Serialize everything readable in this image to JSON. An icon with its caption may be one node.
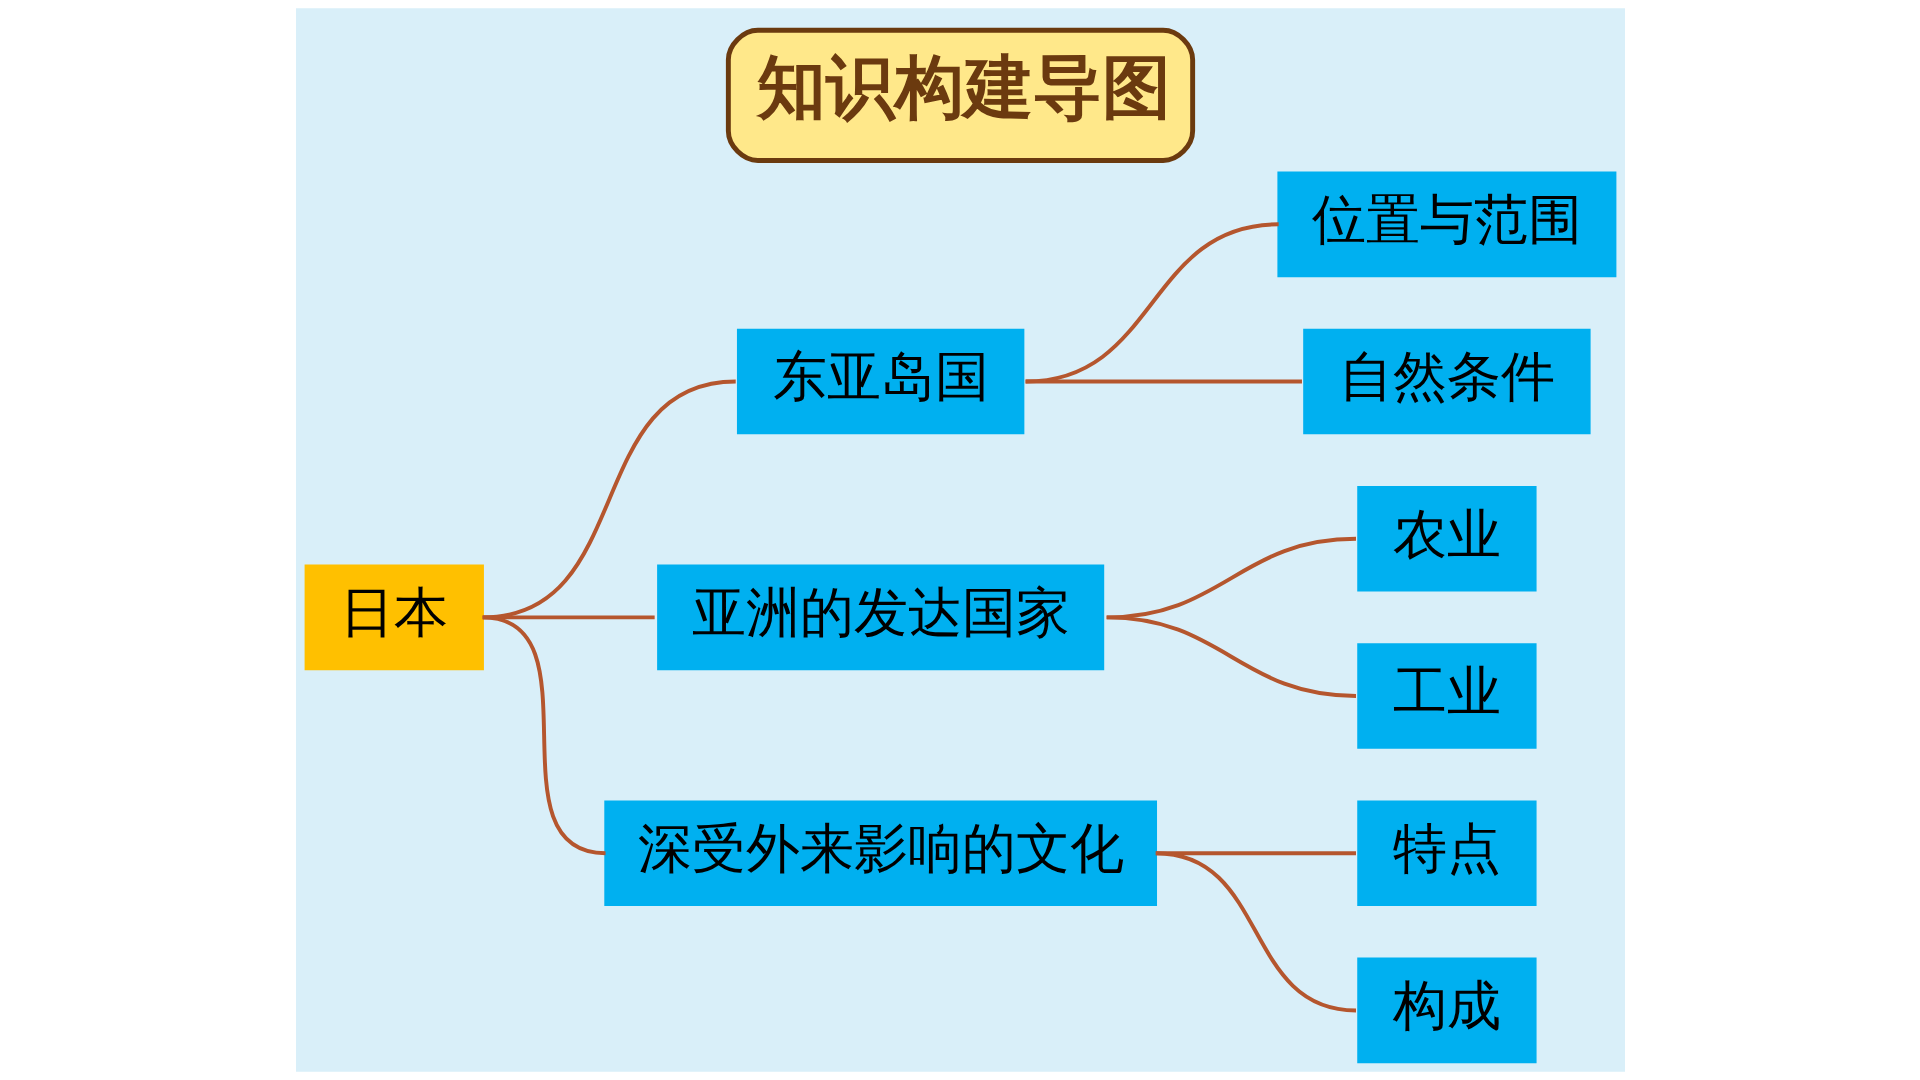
{
  "diagram": {
    "title": "知识构建导图",
    "nodes": [
      {
        "text": [
          "日本"
        ]
      },
      {
        "text": [
          "东亚岛国"
        ]
      },
      {
        "text": [
          "位置与范围"
        ]
      },
      {
        "text": [
          "自然条件"
        ]
      },
      {
        "text": [
          "亚洲的发达国家"
        ]
      },
      {
        "text": [
          "农业"
        ]
      },
      {
        "text": [
          "工业"
        ]
      },
      {
        "text": [
          "深受外来影响的文化"
        ]
      },
      {
        "text": [
          "特点"
        ]
      },
      {
        "text": [
          "构成"
        ]
      }
    ],
    "edges": [
      {
        "from": 0,
        "to": 1,
        "arrow": "none"
      },
      {
        "from": 0,
        "to": 4,
        "arrow": "none"
      },
      {
        "from": 0,
        "to": 7,
        "arrow": "none"
      },
      {
        "from": 1,
        "to": 2,
        "arrow": "none"
      },
      {
        "from": 1,
        "to": 3,
        "arrow": "none"
      },
      {
        "from": 4,
        "to": 5,
        "arrow": "none"
      },
      {
        "from": 4,
        "to": 6,
        "arrow": "none"
      },
      {
        "from": 7,
        "to": 8,
        "arrow": "none"
      },
      {
        "from": 7,
        "to": 9,
        "arrow": "none"
      }
    ]
  }
}
